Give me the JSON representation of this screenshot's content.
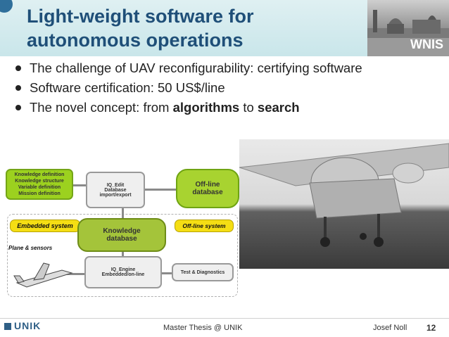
{
  "slide": {
    "title_line1": "Light-weight software for",
    "title_line2": "autonomous operations",
    "badge": "WNIS",
    "bullets": [
      {
        "text": "The challenge of UAV reconfigurability: certifying software"
      },
      {
        "text": "Software certification: 50 US$/line"
      },
      {
        "pre": "The novel concept: from ",
        "b1": "algorithms",
        "mid": " to ",
        "b2": "search"
      }
    ]
  },
  "diagram": {
    "knowledge_defs": [
      "Knowledge definition",
      "Knowledge structure",
      "Variable definition",
      "Mission definition"
    ],
    "iq_edit": [
      "IQ_Edit",
      "Database",
      "import/export"
    ],
    "offline_db": [
      "Off-line",
      "database"
    ],
    "embedded_system": "Embedded system",
    "knowledge_db": [
      "Knowledge",
      "database"
    ],
    "offline_system": "Off-line system",
    "plane_sensors": "Plane & sensors",
    "iq_engine": [
      "IQ_Engine",
      "Embedded/on-line"
    ],
    "test_diag": "Test & Diagnostics"
  },
  "footer": {
    "logo": "UNIK",
    "center": "Master Thesis @ UNIK",
    "author": "Josef Noll",
    "page": "12"
  },
  "colors": {
    "title": "#1f4f78",
    "diagram_green": "#9cd11f",
    "diagram_yellow": "#f5de14"
  }
}
